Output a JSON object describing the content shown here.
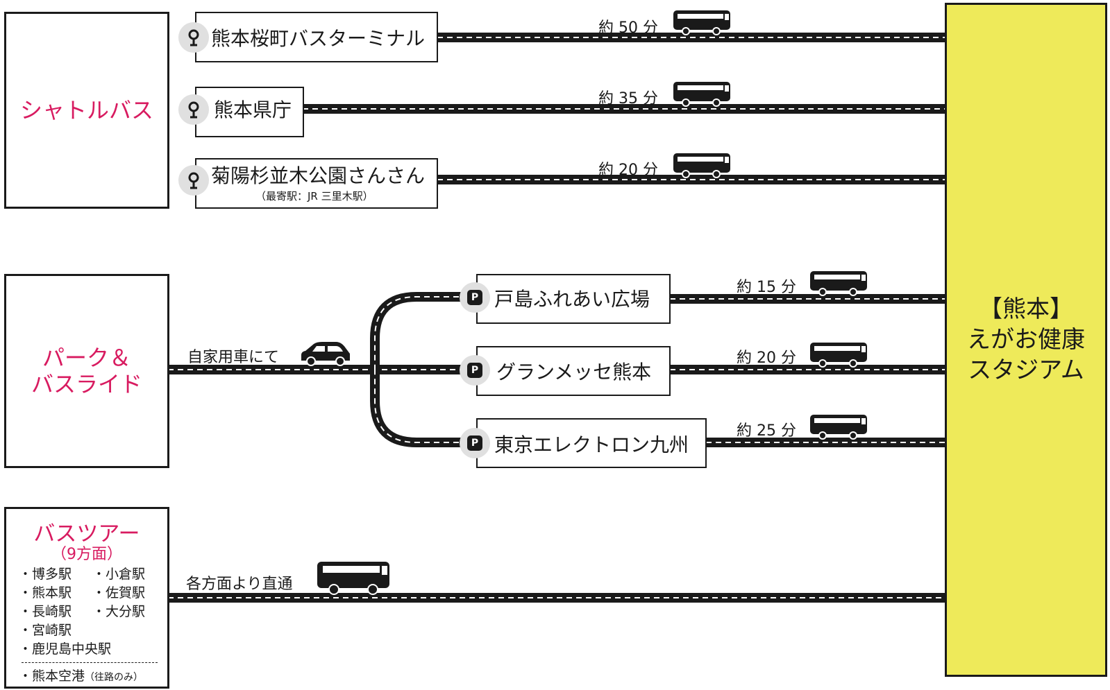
{
  "categories": {
    "shuttle": "シャトルバス",
    "park_ride_1": "パーク＆",
    "park_ride_2": "バスライド",
    "tour_title": "バスツアー",
    "tour_sub": "（9方面）"
  },
  "shuttle_stops": [
    {
      "name": "熊本桜町バスターミナル",
      "duration": "約 50 分"
    },
    {
      "name": "熊本県庁",
      "duration": "約 35 分"
    },
    {
      "name": "菊陽杉並木公園さんさん",
      "note": "（最寄駅：JR 三里木駅）",
      "duration": "約 20 分"
    }
  ],
  "car_label": "自家用車にて",
  "parking_stops": [
    {
      "name": "戸島ふれあい広場",
      "duration": "約 15 分"
    },
    {
      "name": "グランメッセ熊本",
      "duration": "約 20 分"
    },
    {
      "name": "東京エレクトロン九州",
      "duration": "約 25 分"
    }
  ],
  "parking_marker": "P",
  "tour_direct_label": "各方面より直通",
  "tour_stations": {
    "博多駅": "・博多駅",
    "小倉駅": "・小倉駅",
    "熊本駅": "・熊本駅",
    "佐賀駅": "・佐賀駅",
    "長崎駅": "・長崎駅",
    "大分駅": "・大分駅",
    "宮崎駅": "・宮崎駅",
    "鹿児島中央駅": "・鹿児島中央駅",
    "airport": "・熊本空港",
    "airport_note": "（往路のみ）"
  },
  "stadium": {
    "line1": "【熊本】",
    "line2": "えがお健康",
    "line3": "スタジアム"
  },
  "colors": {
    "accent": "#d81b60",
    "stadium": "#eeea5a",
    "road": "#1a1a1a"
  },
  "icons": {
    "stop": "bus-stop-pin-icon",
    "parking": "parking-icon",
    "bus": "bus-icon",
    "car": "car-icon"
  }
}
